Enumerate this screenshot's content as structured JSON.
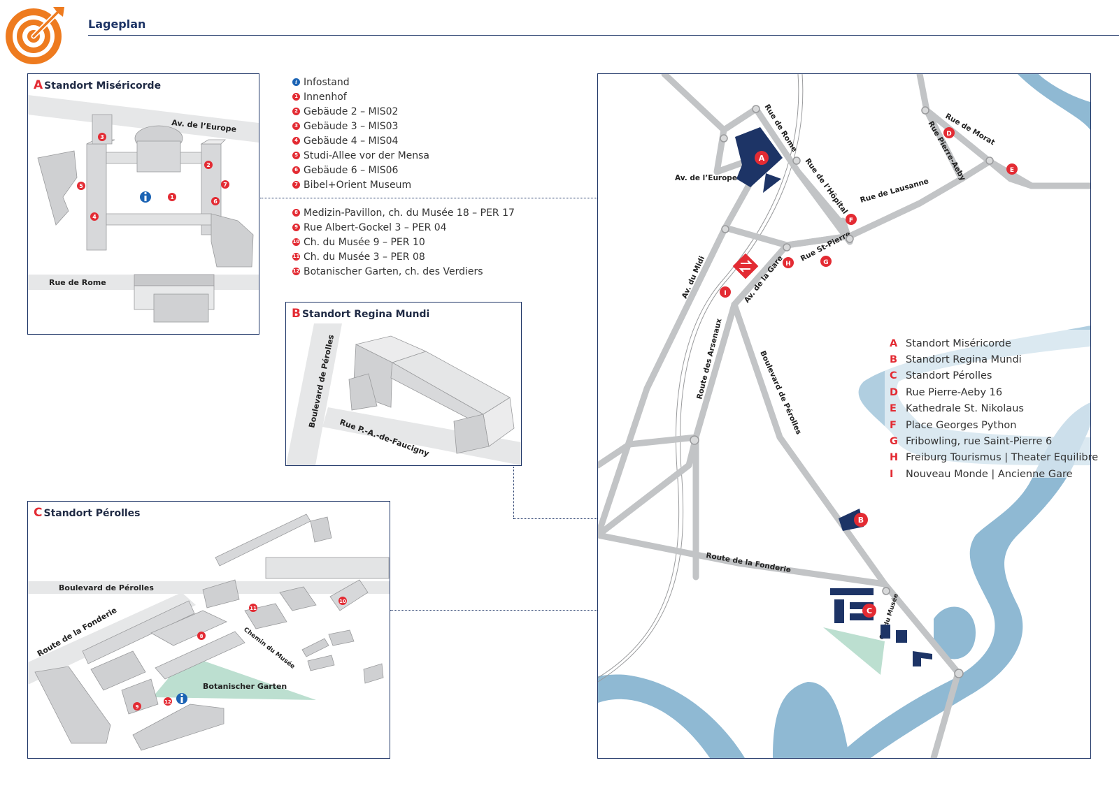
{
  "page": {
    "title": "Lageplan"
  },
  "colors": {
    "accent": "#e32b33",
    "navy": "#1d3466",
    "info": "#1b63b4",
    "road": "#c2c4c6",
    "water": "#8fb9d3",
    "garden": "#bcdfd0",
    "logo": "#ee7b1f"
  },
  "icons": {
    "logo": "target-arrow-icon",
    "station": "train-station-icon",
    "info": "info-icon"
  },
  "panel_a": {
    "letter": "A",
    "title": "Standort Miséricorde",
    "streets": [
      "Av. de l’Europe",
      "Rue de Rome"
    ],
    "markers": [
      "1",
      "2",
      "3",
      "4",
      "5",
      "6",
      "7"
    ]
  },
  "panel_b": {
    "letter": "B",
    "title": "Standort Regina Mundi",
    "streets": [
      "Boulevard de Pérolles",
      "Rue P.-A.-de-Faucigny"
    ]
  },
  "panel_c": {
    "letter": "C",
    "title": "Standort Pérolles",
    "streets": [
      "Boulevard de Pérolles",
      "Route de la Fonderie",
      "Chemin du Musée"
    ],
    "garden_label": "Botanischer Garten",
    "markers": [
      "8",
      "9",
      "10",
      "11",
      "12"
    ]
  },
  "building_legend": {
    "group1": [
      {
        "marker": "i",
        "label": "Infostand"
      },
      {
        "marker": "1",
        "label": "Innenhof"
      },
      {
        "marker": "2",
        "label": "Gebäude 2 – MIS02"
      },
      {
        "marker": "3",
        "label": "Gebäude 3 – MIS03"
      },
      {
        "marker": "4",
        "label": "Gebäude 4 – MIS04"
      },
      {
        "marker": "5",
        "label": "Studi-Allee vor der Mensa"
      },
      {
        "marker": "6",
        "label": "Gebäude 6 – MIS06"
      },
      {
        "marker": "7",
        "label": "Bibel+Orient Museum"
      }
    ],
    "group2": [
      {
        "marker": "8",
        "label": "Medizin-Pavillon, ch. du Musée 18 – PER 17"
      },
      {
        "marker": "9",
        "label": "Rue Albert-Gockel 3 – PER 04"
      },
      {
        "marker": "10",
        "label": "Ch. du Musée 9 – PER 10"
      },
      {
        "marker": "11",
        "label": "Ch. du Musée 3 – PER 08"
      },
      {
        "marker": "12",
        "label": "Botanischer Garten, ch. des Verdiers"
      }
    ]
  },
  "overview_map": {
    "streets": [
      "Rue de Rome",
      "Av. de l’Europe",
      "Rue de l’Hôpital",
      "Rue de Lausanne",
      "Rue de Morat",
      "Rue Pierre-Aeby",
      "Rue St-Pierre",
      "Av. de la Gare",
      "Av. du Midi",
      "Route des Arsenaux",
      "Boulevard de Pérolles",
      "Route de la Fonderie",
      "Ch. du Musée"
    ],
    "markers": [
      "A",
      "B",
      "C",
      "D",
      "E",
      "F",
      "G",
      "H",
      "I"
    ]
  },
  "site_legend": [
    {
      "letter": "A",
      "label": "Standort Miséricorde"
    },
    {
      "letter": "B",
      "label": "Standort Regina Mundi"
    },
    {
      "letter": "C",
      "label": "Standort Pérolles"
    },
    {
      "letter": "D",
      "label": "Rue Pierre-Aeby 16"
    },
    {
      "letter": "E",
      "label": "Kathedrale St. Nikolaus"
    },
    {
      "letter": "F",
      "label": "Place Georges Python"
    },
    {
      "letter": "G",
      "label": "Fribowling, rue Saint-Pierre 6"
    },
    {
      "letter": "H",
      "label": "Freiburg Tourismus | Theater Equilibre"
    },
    {
      "letter": "I",
      "label": "Nouveau Monde | Ancienne Gare"
    }
  ]
}
